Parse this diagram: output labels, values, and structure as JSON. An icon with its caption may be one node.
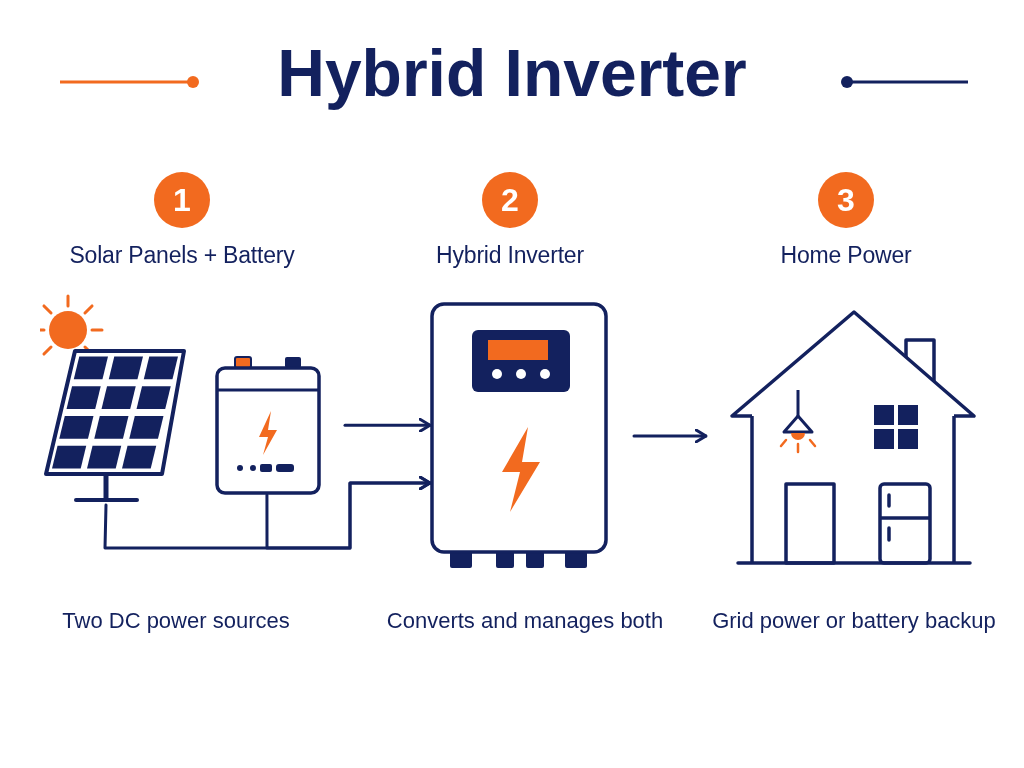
{
  "diagram": {
    "title": "Hybrid Inverter",
    "nodes": [
      {
        "text": [
          "1"
        ],
        "beside": [
          "Solar Panels + Battery"
        ]
      },
      {
        "text": [
          "2"
        ],
        "beside": [
          "Hybrid Inverter"
        ]
      },
      {
        "text": [
          "3"
        ],
        "beside": [
          "Home Power"
        ]
      },
      {
        "text": [],
        "shape": "picture"
      },
      {
        "text": [],
        "shape": "picture"
      },
      {
        "text": [],
        "shape": "picture"
      },
      {
        "text": [],
        "shape": "picture"
      }
    ],
    "edges": [
      {
        "from": 3,
        "to": 5,
        "arrow": "to"
      },
      {
        "from": 4,
        "to": 5,
        "arrow": "to"
      },
      {
        "from": 4,
        "to": 5,
        "arrow": "to"
      },
      {
        "from": 5,
        "to": 6,
        "arrow": "to"
      }
    ],
    "labels": [
      "Two DC power sources",
      "Converts and manages both",
      "Grid power or battery backup"
    ]
  }
}
